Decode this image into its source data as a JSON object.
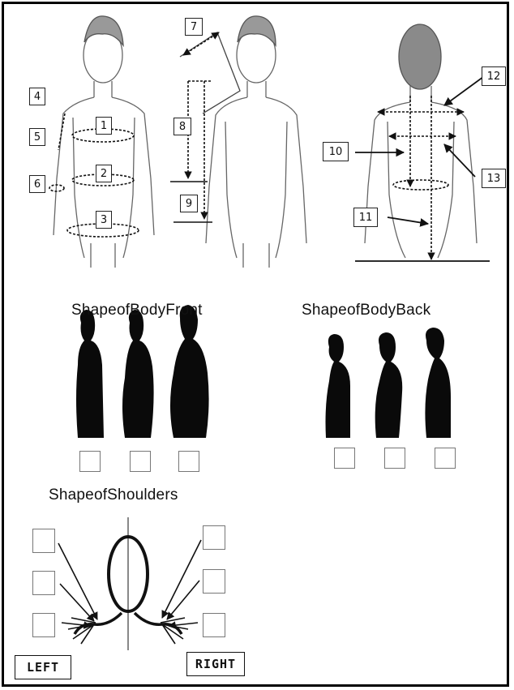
{
  "measure_points": [
    "1",
    "2",
    "3",
    "4",
    "5",
    "6",
    "7",
    "8",
    "9",
    "10",
    "11",
    "12",
    "13"
  ],
  "headings": {
    "body_front": "ShapeofBodyFront",
    "body_back": "ShapeofBodyBack",
    "shoulders": "ShapeofShoulders"
  },
  "labels": {
    "left": "LEFT",
    "right": "RIGHT"
  },
  "colors": {
    "line": "#111111",
    "sketch": "#555555",
    "silhouette": "#0a0a0a",
    "checkbox_border": "#777777"
  }
}
